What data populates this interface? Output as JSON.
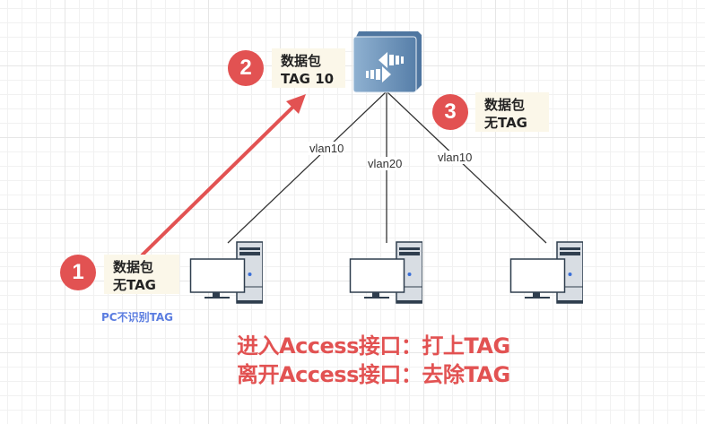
{
  "switch": {
    "icon": "network-switch-icon",
    "color": "#5e8ab4"
  },
  "links": [
    {
      "label": "vlan10"
    },
    {
      "label": "vlan20"
    },
    {
      "label": "vlan10"
    }
  ],
  "steps": [
    {
      "number": "1",
      "line1": "数据包",
      "line2": "无TAG"
    },
    {
      "number": "2",
      "line1": "数据包",
      "line2": "TAG 10"
    },
    {
      "number": "3",
      "line1": "数据包",
      "line2": "无TAG"
    }
  ],
  "pc_note": "PC不识别TAG",
  "rules": [
    "进入Access接口：打上TAG",
    "离开Access接口：去除TAG"
  ],
  "colors": {
    "accent": "#e25252",
    "note_bg": "#fbf7e9",
    "pc_note": "#5b7de0"
  }
}
